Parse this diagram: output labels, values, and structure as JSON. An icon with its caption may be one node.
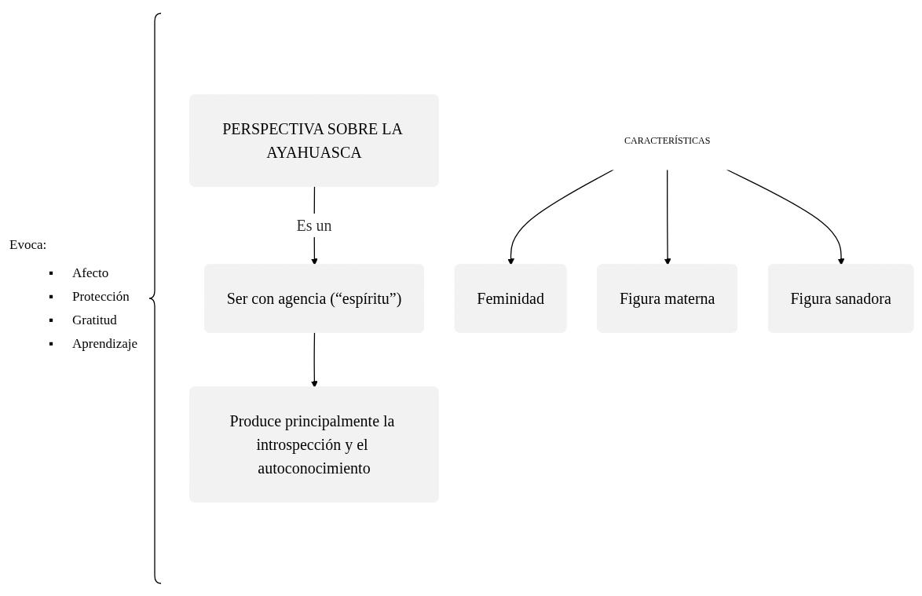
{
  "diagram": {
    "nodes": [
      {
        "text": [
          "PERSPECTIVA SOBRE LA AYAHUASCA"
        ]
      },
      {
        "text": [
          "Ser con agencia (“espíritu”)"
        ]
      },
      {
        "text": [
          "Produce principalmente la introspección y el autoconocimiento"
        ]
      },
      {
        "text": [
          "CARACTERÍSTICAS"
        ]
      },
      {
        "text": [
          "Feminidad"
        ]
      },
      {
        "text": [
          "Figura materna"
        ]
      },
      {
        "text": [
          "Figura sanadora"
        ]
      }
    ],
    "edges": [
      {
        "from": 0,
        "to": 1,
        "arrow": "to",
        "label": "Es un"
      },
      {
        "from": 1,
        "to": 2,
        "arrow": "to"
      },
      {
        "from": 3,
        "to": 4,
        "arrow": "to"
      },
      {
        "from": 3,
        "to": 5,
        "arrow": "to"
      },
      {
        "from": 3,
        "to": 6,
        "arrow": "to"
      }
    ],
    "labels": [
      "Evoca:",
      "▪",
      "Afecto",
      "▪",
      "Protección",
      "▪",
      "Gratitud",
      "▪",
      "Aprendizaje"
    ]
  }
}
